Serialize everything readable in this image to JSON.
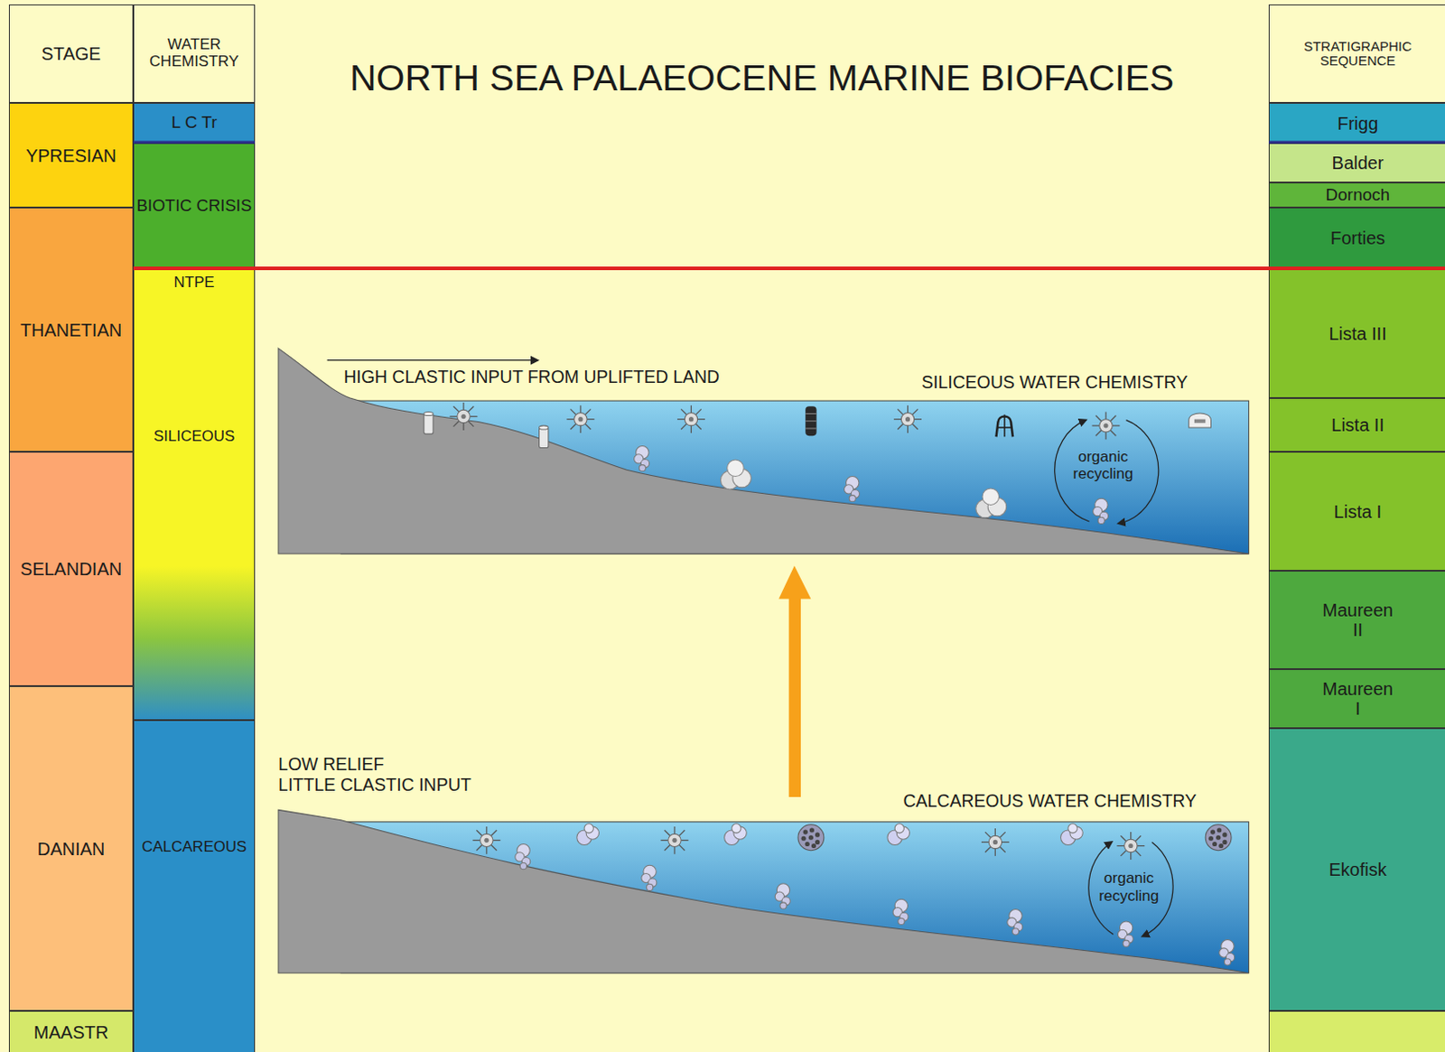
{
  "diagram": {
    "title": "NORTH SEA PALAEOCENE MARINE BIOFACIES",
    "nodes": [
      {
        "text": [
          "STAGE"
        ]
      },
      {
        "text": [
          "WATER CHEMISTRY"
        ]
      },
      {
        "text": [
          "STRATIGRAPHIC SEQUENCE"
        ]
      },
      {
        "text": [
          "YPRESIAN"
        ]
      },
      {
        "text": [
          "THANETIAN"
        ]
      },
      {
        "text": [
          "SELANDIAN"
        ]
      },
      {
        "text": [
          "DANIAN"
        ]
      },
      {
        "text": [
          "MAASTR"
        ]
      },
      {
        "text": [
          "L C Tr"
        ]
      },
      {
        "text": [
          "BIOTIC CRISIS"
        ]
      },
      {
        "text": [
          "NTPE",
          "SILICEOUS"
        ]
      },
      {
        "text": [
          "CALCAREOUS"
        ]
      },
      {
        "text": [
          "Frigg"
        ]
      },
      {
        "text": [
          "Balder"
        ]
      },
      {
        "text": [
          "Dornoch"
        ]
      },
      {
        "text": [
          "Forties"
        ]
      },
      {
        "text": [
          "Lista III"
        ]
      },
      {
        "text": [
          "Lista II"
        ]
      },
      {
        "text": [
          "Lista I"
        ]
      },
      {
        "text": [
          "Maureen II"
        ]
      },
      {
        "text": [
          "Maureen I"
        ]
      },
      {
        "text": [
          "Ekofisk"
        ]
      }
    ],
    "labels": [
      "HIGH CLASTIC INPUT FROM UPLIFTED LAND",
      "SILICEOUS WATER CHEMISTRY",
      "organic recycling",
      "LOW RELIEF",
      "LITTLE CLASTIC INPUT",
      "CALCAREOUS WATER CHEMISTRY",
      "organic recycling"
    ]
  }
}
